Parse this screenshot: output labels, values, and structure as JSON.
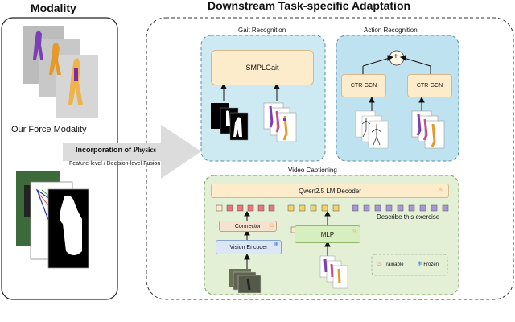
{
  "sections": {
    "modality_title": "Modality",
    "downstream_title": "Downstream Task-specific Adaptation"
  },
  "modality": {
    "force_label": "Our Force Modality"
  },
  "arrow": {
    "title_prefix": "Incorporation of ",
    "title_emph": "Physics",
    "subtitle": "Feature-level / Decision-level Fusion"
  },
  "gait": {
    "title": "Gait Recognition",
    "model": "SMPLGait"
  },
  "action": {
    "title": "Action Recognition",
    "plus": "+",
    "model_left": "CTR-GCN",
    "model_right": "CTR-GCN"
  },
  "captioning": {
    "title": "Video Captioning",
    "decoder": "Qwen2.5 LM Decoder",
    "connector": "Connector",
    "vision_encoder": "Vision Encoder",
    "mlp": "MLP",
    "prompt": "Describe this exercise",
    "legend_trainable": "Trainable",
    "legend_frozen": "Frozen"
  },
  "colors": {
    "gait_bg": "#cdeaf2",
    "action_bg": "#bfe2f0",
    "caption_bg": "#e3f0d6",
    "decoder_bg": "#fdeccb",
    "connector_bg": "#f6e3cf",
    "mlp_bg": "#d7efbf",
    "encoder_bg": "#dbe7f7",
    "token_red": "#e8757a",
    "token_yellow": "#f3d36a",
    "token_purple": "#a896d8"
  }
}
